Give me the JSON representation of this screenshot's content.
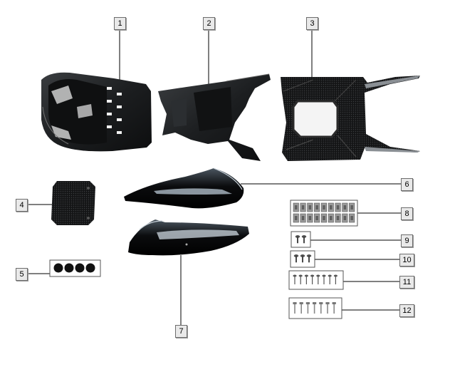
{
  "diagram": {
    "parts": [
      {
        "number": "1",
        "part_icon": "front-inner-panel-icon"
      },
      {
        "number": "2",
        "part_icon": "floor-tunnel-panel-icon"
      },
      {
        "number": "3",
        "part_icon": "footrest-floor-panel-icon"
      },
      {
        "number": "4",
        "part_icon": "foam-pad-icon"
      },
      {
        "number": "5",
        "part_icon": "round-rubber-pads-icon"
      },
      {
        "number": "6",
        "part_icon": "upper-side-cover-icon"
      },
      {
        "number": "7",
        "part_icon": "lower-side-cover-icon"
      },
      {
        "number": "8",
        "part_icon": "clip-nuts-icon"
      },
      {
        "number": "9",
        "part_icon": "screws-pair-icon"
      },
      {
        "number": "10",
        "part_icon": "screws-trio-icon"
      },
      {
        "number": "11",
        "part_icon": "screws-set-icon"
      },
      {
        "number": "12",
        "part_icon": "bolts-set-icon"
      }
    ]
  }
}
